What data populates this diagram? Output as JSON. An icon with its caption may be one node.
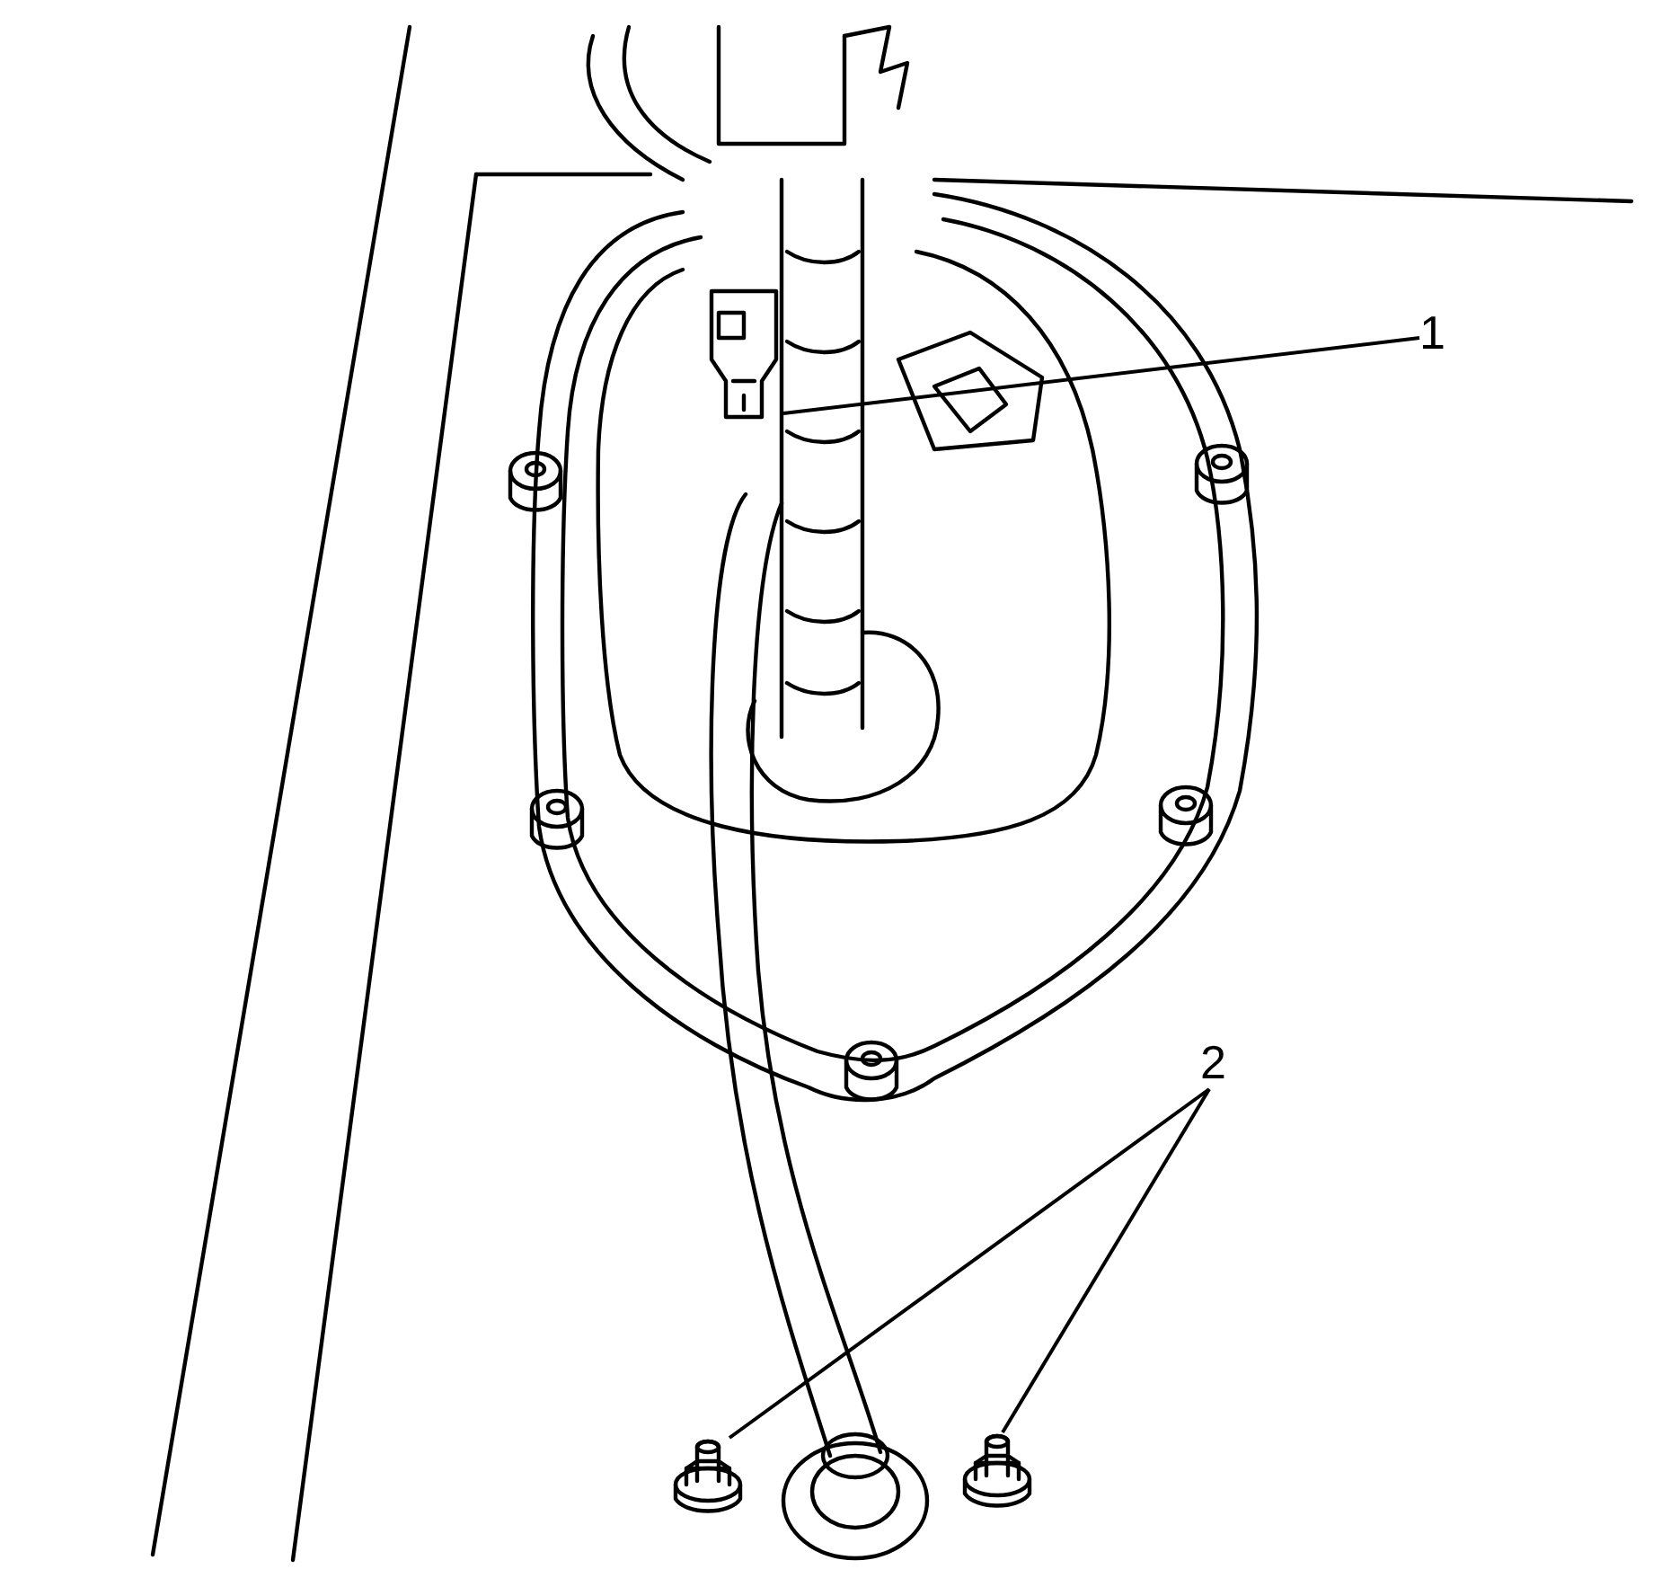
{
  "diagram": {
    "nodes": [
      {
        "text": [
          "1"
        ]
      },
      {
        "text": [
          "2"
        ]
      },
      {
        "text": [],
        "shape": "picture"
      },
      {
        "text": [],
        "shape": "picture"
      },
      {
        "text": [],
        "shape": "picture"
      }
    ],
    "edges": [
      {
        "from": 0,
        "to": 2,
        "arrow": "none"
      },
      {
        "from": 1,
        "to": 3,
        "arrow": "none"
      },
      {
        "from": 1,
        "to": 4,
        "arrow": "none"
      }
    ]
  }
}
